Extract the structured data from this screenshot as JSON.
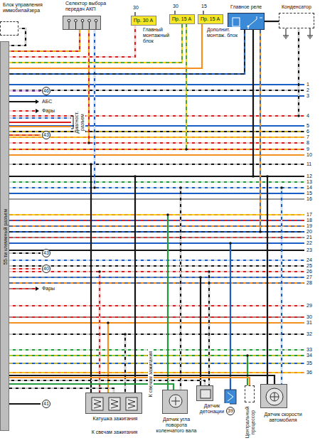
{
  "diagram": {
    "nodes": [
      {
        "text": [
          "Блок управления иммобилайзера"
        ]
      },
      {
        "text": [
          "Селектор выбора передач АКП"
        ]
      },
      {
        "text": [
          "Пр. 30 А"
        ]
      },
      {
        "text": [
          "Пр. 15 А"
        ]
      },
      {
        "text": [
          "Пр. 15 А"
        ]
      },
      {
        "text": [
          "Главное реле"
        ]
      },
      {
        "text": [
          "Конденсатор"
        ]
      },
      {
        "text": [
          "55-ти клеммный разъем"
        ]
      },
      {
        "text": [
          "Катушка зажигания"
        ]
      },
      {
        "text": [
          "Датчик угла поворота коленчатого вала"
        ]
      },
      {
        "text": [
          "Датчик детонации"
        ]
      },
      {
        "text": [
          "Центральный процессор"
        ]
      },
      {
        "text": [
          "Датчик скорости автомобиля"
        ]
      }
    ],
    "edges": [
      {
        "from": 0,
        "to": 7,
        "arrow": "none"
      },
      {
        "from": 1,
        "to": 7,
        "arrow": "none"
      },
      {
        "from": 2,
        "to": 7,
        "arrow": "none"
      },
      {
        "from": 3,
        "to": 7,
        "arrow": "none"
      },
      {
        "from": 4,
        "to": 7,
        "arrow": "none"
      },
      {
        "from": 6,
        "to": 5,
        "arrow": "none"
      },
      {
        "from": 5,
        "to": 7,
        "arrow": "none"
      },
      {
        "from": 8,
        "to": 7,
        "arrow": "none"
      },
      {
        "from": 9,
        "to": 7,
        "arrow": "none"
      },
      {
        "from": 10,
        "to": 7,
        "arrow": "none"
      },
      {
        "from": 11,
        "to": 7,
        "arrow": "none"
      },
      {
        "from": 12,
        "to": 7,
        "arrow": "none"
      }
    ],
    "labels": [
      "30",
      "Главный монтажный блок",
      "30",
      "15",
      "Дополнит. монтаж. блок",
      "46",
      "АБС",
      "Фары",
      "Диагност. разъем",
      "43",
      "43",
      "40",
      "Фары",
      "41",
      "39",
      "К свечам зажигания",
      "К свечам зажигания",
      "1",
      "2",
      "3",
      "4",
      "5",
      "6",
      "7",
      "8",
      "9",
      "10",
      "11",
      "12",
      "13",
      "14",
      "15",
      "16",
      "17",
      "18",
      "19",
      "20",
      "21",
      "22",
      "23",
      "24",
      "25",
      "26",
      "27",
      "28",
      "29",
      "30",
      "31",
      "32",
      "33",
      "34",
      "35",
      "36"
    ]
  }
}
